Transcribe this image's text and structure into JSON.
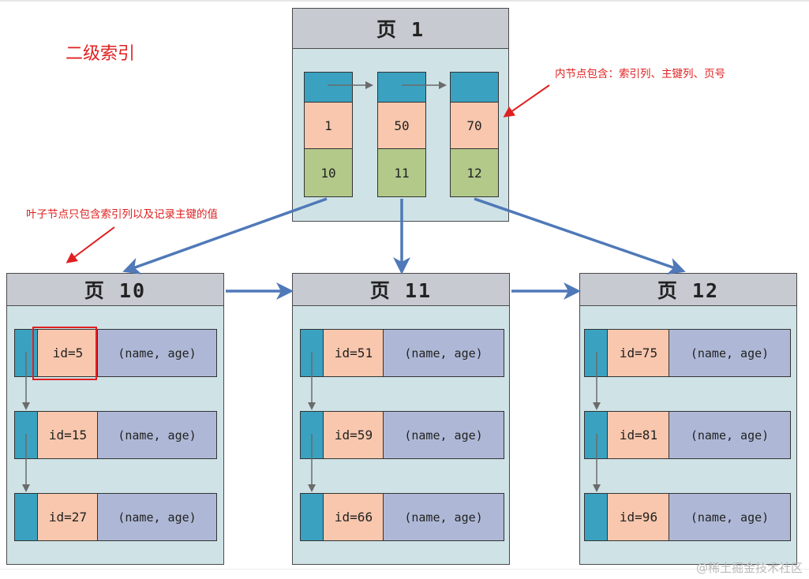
{
  "title": "二级索引",
  "annotations": {
    "internal_node": "内节点包含：索引列、主键列、页号",
    "leaf_node": "叶子节点只包含索引列以及记录主键的值"
  },
  "root_page": {
    "label": "页 1",
    "entries": [
      {
        "key": "1",
        "page": "10"
      },
      {
        "key": "50",
        "page": "11"
      },
      {
        "key": "70",
        "page": "12"
      }
    ]
  },
  "leaf_pages": [
    {
      "label": "页 10",
      "records": [
        {
          "id": "id=5",
          "cols": "(name, age)"
        },
        {
          "id": "id=15",
          "cols": "(name, age)"
        },
        {
          "id": "id=27",
          "cols": "(name, age)"
        }
      ]
    },
    {
      "label": "页 11",
      "records": [
        {
          "id": "id=51",
          "cols": "(name, age)"
        },
        {
          "id": "id=59",
          "cols": "(name, age)"
        },
        {
          "id": "id=66",
          "cols": "(name, age)"
        }
      ]
    },
    {
      "label": "页 12",
      "records": [
        {
          "id": "id=75",
          "cols": "(name, age)"
        },
        {
          "id": "id=81",
          "cols": "(name, age)"
        },
        {
          "id": "id=96",
          "cols": "(name, age)"
        }
      ]
    }
  ],
  "colors": {
    "annotation": "#e02020",
    "pointer": "#3aa2c0",
    "key": "#f8c7ad",
    "page_number": "#b2c98a",
    "columns": "#aeb8d6",
    "page_body": "#cfe3e7",
    "page_header": "#c8cad2",
    "link_arrow": "#4f79b8"
  },
  "watermark": "@稀土掘金技术社区"
}
